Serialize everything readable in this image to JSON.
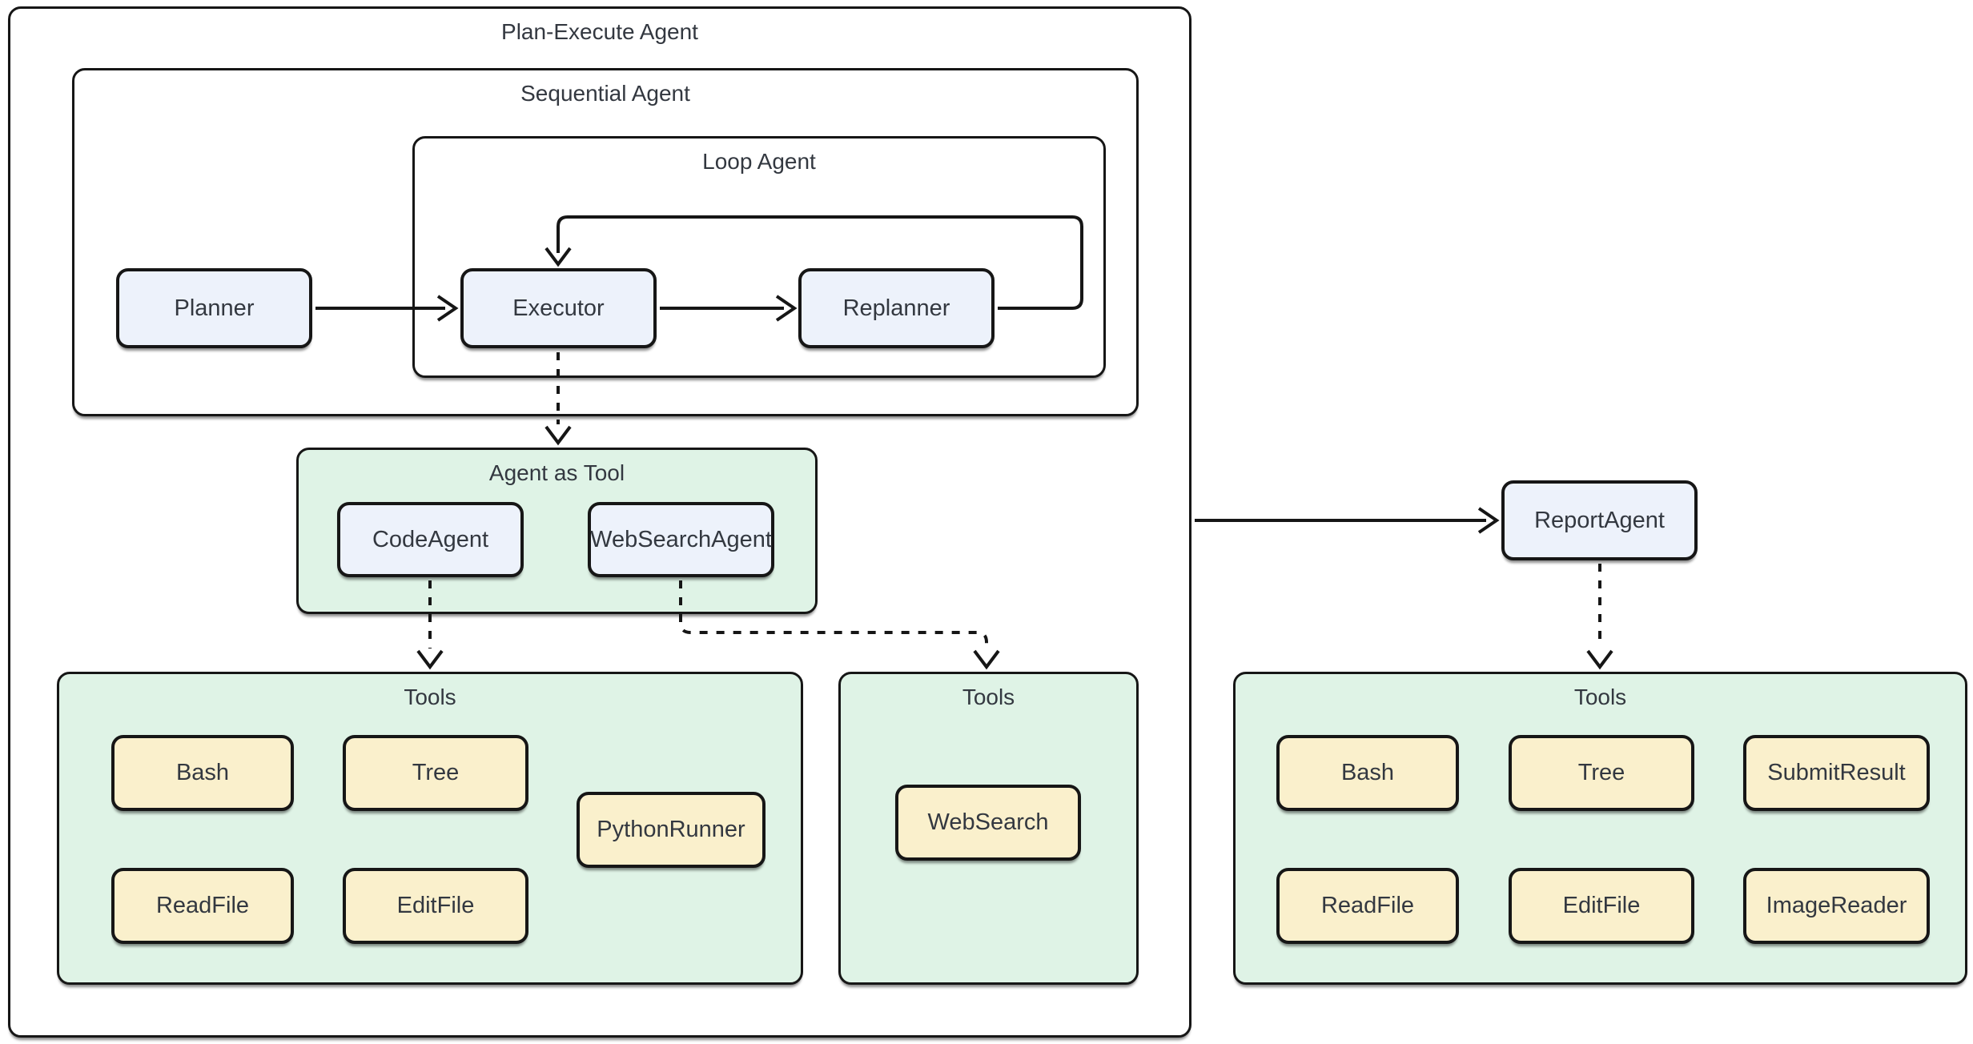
{
  "containers": {
    "plan_execute": {
      "title": "Plan-Execute Agent"
    },
    "sequential": {
      "title": "Sequential Agent"
    },
    "loop": {
      "title": "Loop Agent"
    },
    "agent_as_tool": {
      "title": "Agent as Tool"
    },
    "tools_left": {
      "title": "Tools"
    },
    "tools_mid": {
      "title": "Tools"
    },
    "tools_right": {
      "title": "Tools"
    }
  },
  "nodes": {
    "planner": "Planner",
    "executor": "Executor",
    "replanner": "Replanner",
    "code_agent": "CodeAgent",
    "web_search_agent": "WebSearchAgent",
    "report_agent": "ReportAgent",
    "tools_left_items": [
      "Bash",
      "Tree",
      "PythonRunner",
      "ReadFile",
      "EditFile"
    ],
    "tools_mid_items": [
      "WebSearch"
    ],
    "tools_right_items": [
      "Bash",
      "Tree",
      "SubmitResult",
      "ReadFile",
      "EditFile",
      "ImageReader"
    ]
  },
  "colors": {
    "agent_node_fill": "#edf2fb",
    "tool_node_fill": "#faf0cc",
    "group_fill": "#dff3e6",
    "border": "#161616",
    "text": "#333840",
    "background": "#ffffff"
  }
}
